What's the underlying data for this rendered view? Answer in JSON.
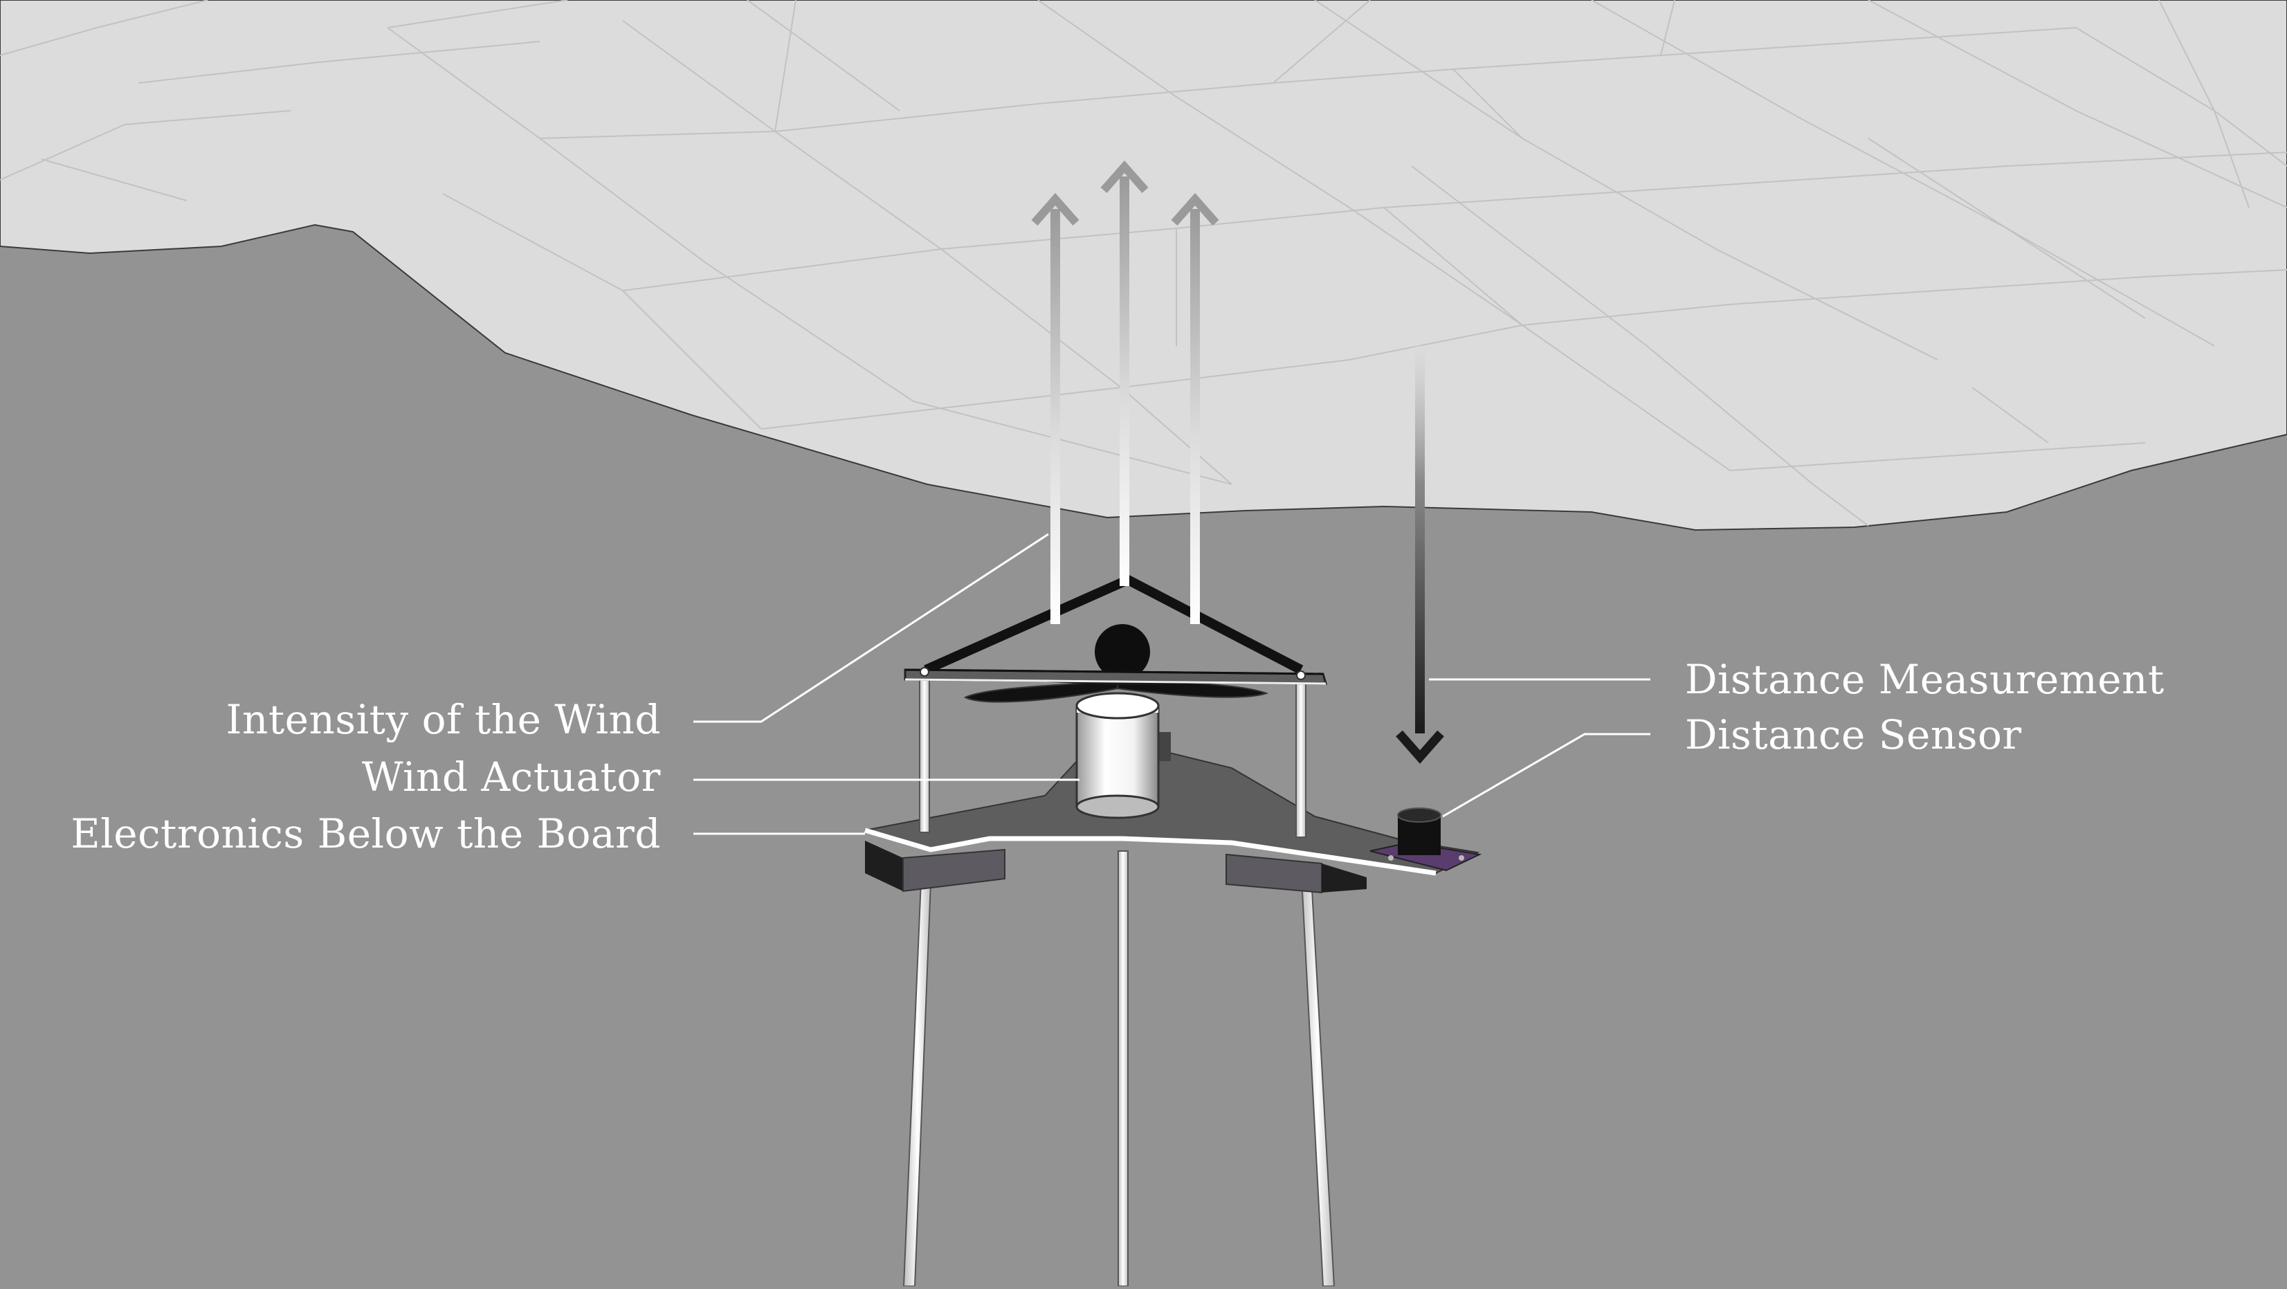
{
  "labels": {
    "intensity_of_wind": "Intensity of the Wind",
    "wind_actuator": "Wind Actuator",
    "electronics_below_board": "Electronics Below the Board",
    "distance_measurement": "Distance Measurement",
    "distance_sensor": "Distance Sensor"
  },
  "colors": {
    "background": "#939393",
    "ceiling": "#dcdcdc",
    "board": "#5e5e5e",
    "board_edge": "#ffffff",
    "sensor_pcb": "#5a3d6e",
    "arrow_up": "#a7a7a7",
    "arrow_down": "#1e1e1e"
  }
}
